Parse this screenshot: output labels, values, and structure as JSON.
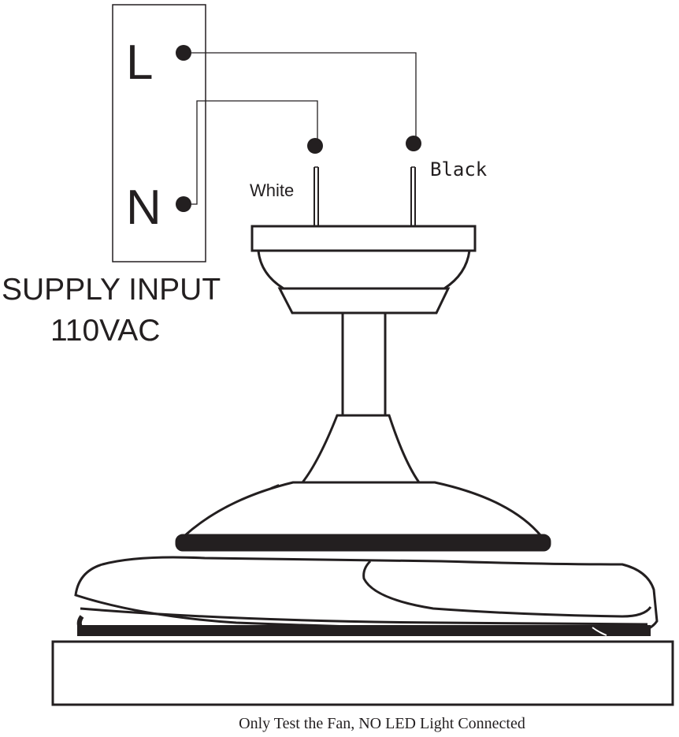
{
  "supply_box": {
    "line_terminal": "L",
    "neutral_terminal": "N"
  },
  "supply_caption": {
    "line1": "SUPPLY INPUT",
    "line2": "110VAC"
  },
  "wires": {
    "white_label": "White",
    "black_label": "Black"
  },
  "caption": "Only Test the Fan, NO LED Light Connected",
  "colors": {
    "ink": "#231f20",
    "paper": "#ffffff"
  }
}
